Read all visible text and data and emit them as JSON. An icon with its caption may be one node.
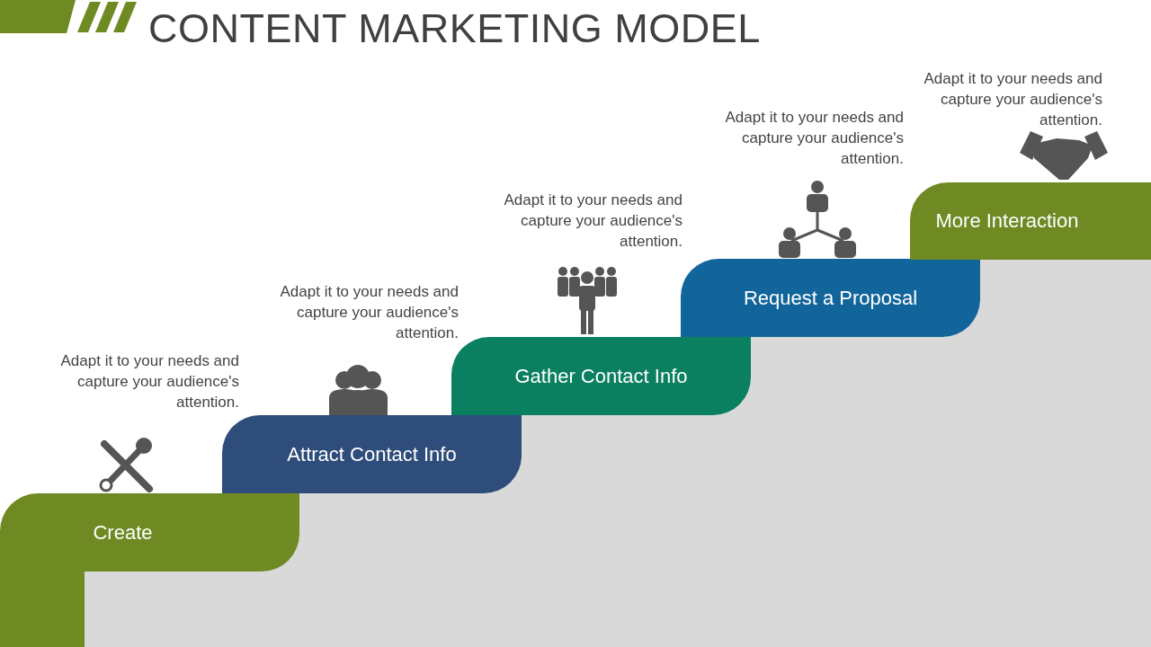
{
  "diagram": {
    "title": "CONTENT MARKETING MODEL",
    "nodes": [
      {
        "text": [
          "Create"
        ]
      },
      {
        "text": [
          "Attract Contact Info"
        ]
      },
      {
        "text": [
          "Gather Contact Info"
        ]
      },
      {
        "text": [
          "Request a Proposal"
        ]
      },
      {
        "text": [
          "More Interaction"
        ]
      }
    ],
    "edges": [],
    "labels": [
      "Adapt it to your needs and capture your audience's attention.",
      "Adapt it to your needs and capture your audience's attention.",
      "Adapt it to your needs and capture your audience's attention.",
      "Adapt it to your needs and capture your audience's attention.",
      "Adapt it to your needs and capture your audience's attention."
    ]
  }
}
